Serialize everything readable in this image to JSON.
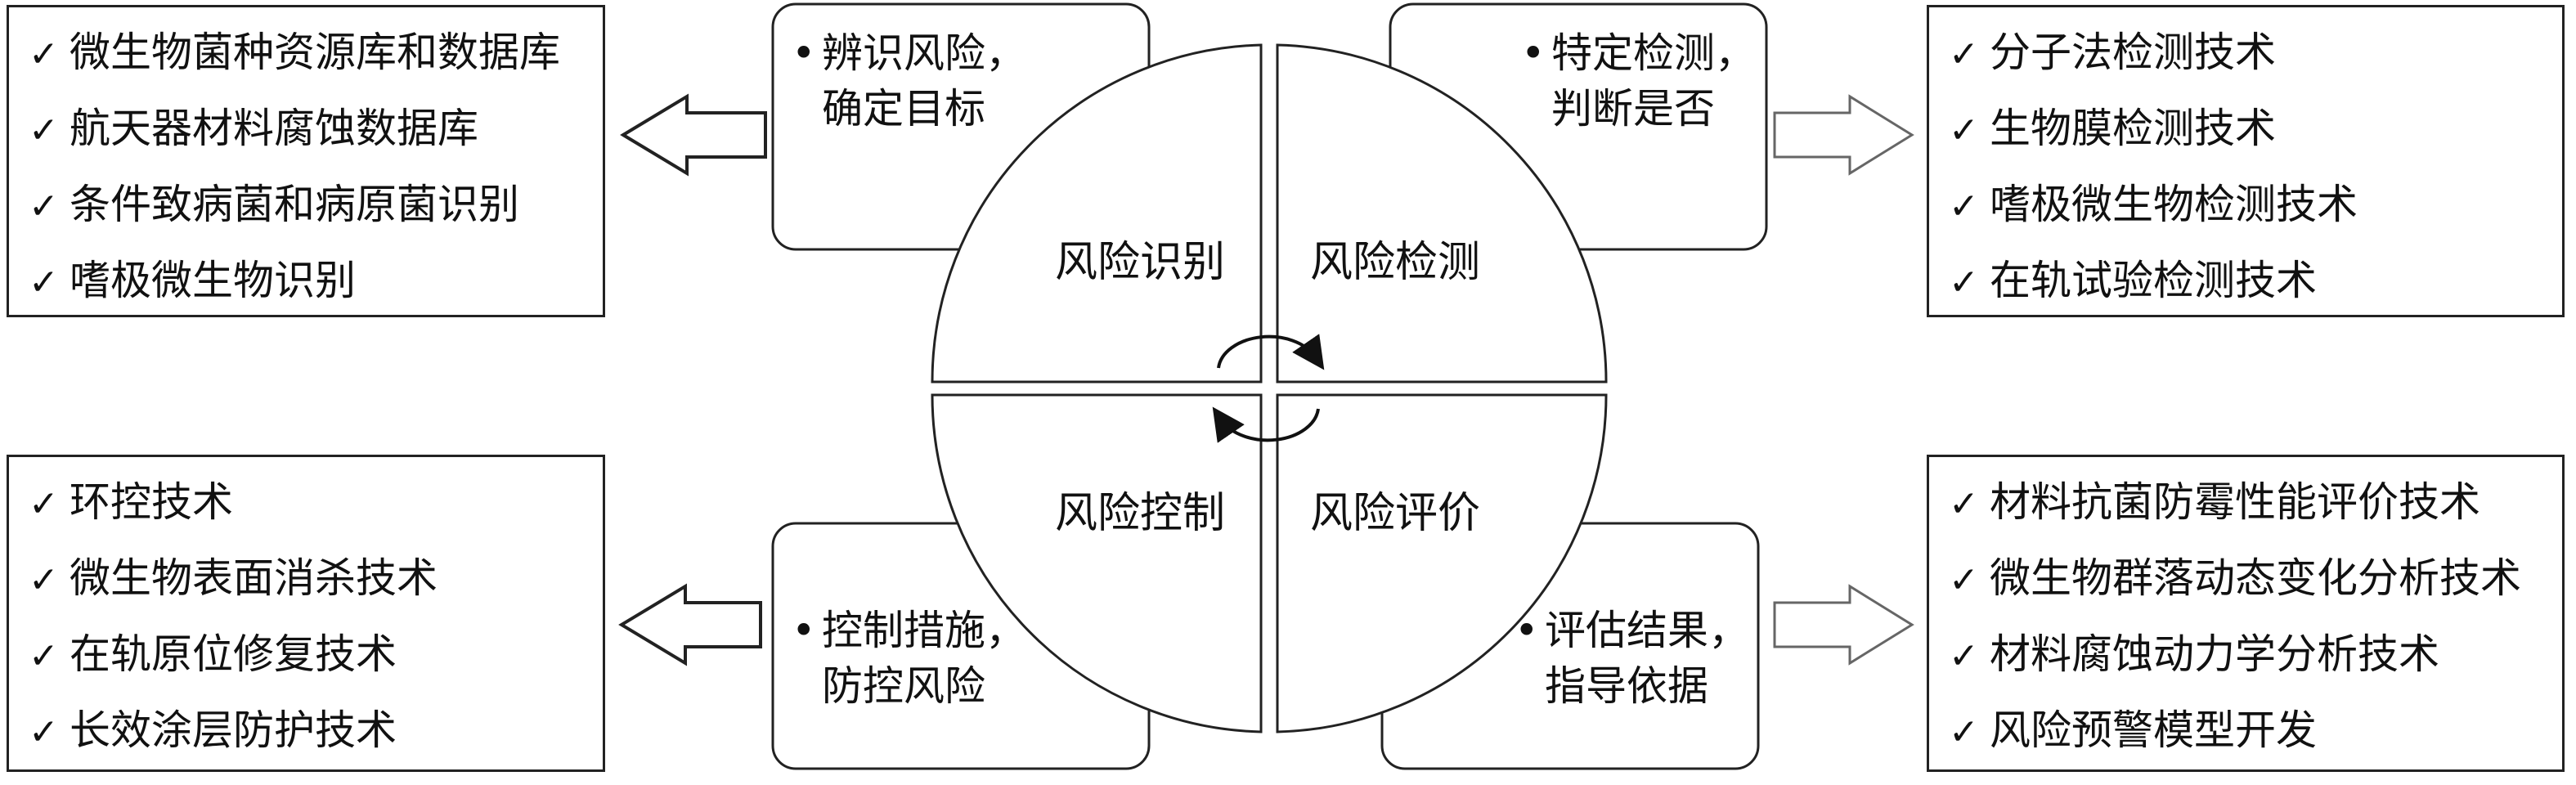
{
  "quadrants": {
    "identify": {
      "label": "风险识别",
      "note_line1": "辨识风险，",
      "note_line2": "确定目标"
    },
    "detect": {
      "label": "风险检测",
      "note_line1": "特定检测，",
      "note_line2": "判断是否"
    },
    "control": {
      "label": "风险控制",
      "note_line1": "控制措施，",
      "note_line2": "防控风险"
    },
    "evaluate": {
      "label": "风险评价",
      "note_line1": "评估结果，",
      "note_line2": "指导依据"
    }
  },
  "lists": {
    "identify": [
      "微生物菌种资源库和数据库",
      "航天器材料腐蚀数据库",
      "条件致病菌和病原菌识别",
      "嗜极微生物识别"
    ],
    "detect": [
      "分子法检测技术",
      "生物膜检测技术",
      "嗜极微生物检测技术",
      "在轨试验检测技术"
    ],
    "control": [
      "环控技术",
      "微生物表面消杀技术",
      "在轨原位修复技术",
      "长效涂层防护技术"
    ],
    "evaluate": [
      "材料抗菌防霉性能评价技术",
      "微生物群落动态变化分析技术",
      "材料腐蚀动力学分析技术",
      "风险预警模型开发"
    ]
  },
  "symbols": {
    "check": "✓",
    "bullet": "•"
  },
  "colors": {
    "stroke": "#222222",
    "arrow_fill": "#ffffff",
    "text": "#111111"
  }
}
